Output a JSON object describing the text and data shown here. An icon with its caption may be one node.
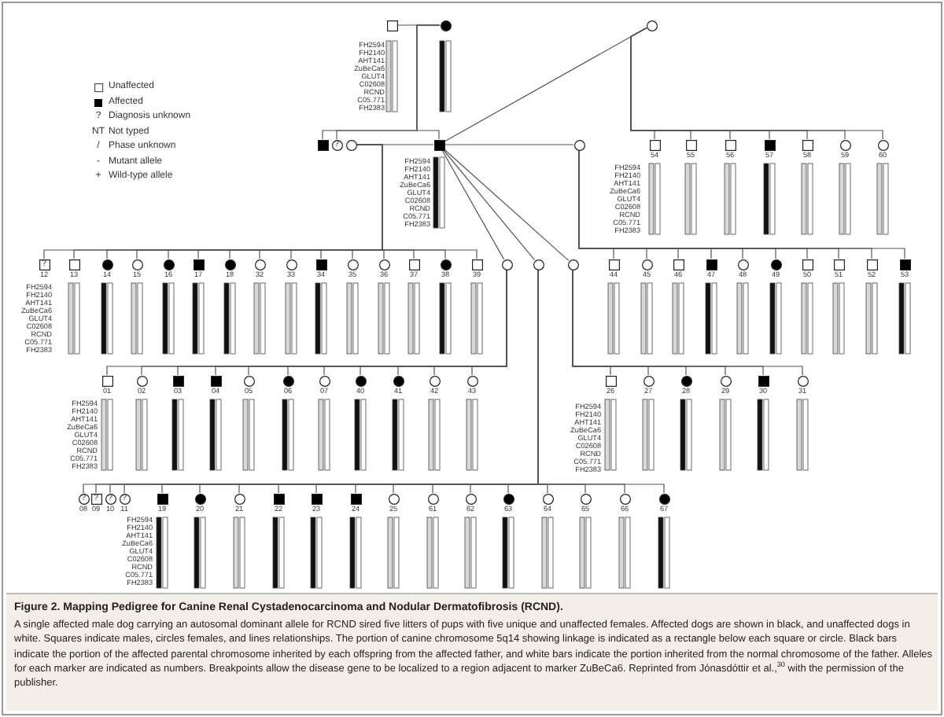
{
  "diagram": {
    "title": "Figure 2. Mapping Pedigree for Canine Renal Cystadenocarcinoma and Nodular Dermatofibrosis (RCND).",
    "caption": "A single affected male dog carrying an autosomal dominant allele for RCND sired five litters of pups with five unique and unaffected females. Affected dogs are shown in black, and unaffected dogs in white. Squares indicate males, circles females, and lines relationships. The portion of canine chromosome 5q14 showing linkage is indicated as a rectangle below each square or circle. Black bars indicate the portion of the affected parental chromosome inherited by each offspring from the affected father, and white bars indicate the portion inherited from the normal chromosome of the father. Alleles for each marker are indicated as numbers. Breakpoints allow the disease gene to be localized to a region adjacent to marker ZuBeCa6. Reprinted from Jónasdóttir et al.,$^{30}$ with the permission of the publisher.",
    "nodes": [
      {
        "text": [],
        "shape": "square",
        "beside": [
          "FH2594 FH2140 AHT141 ZuBeCa6 GLUT4 C02608 RCND C05.771 FH2383"
        ]
      },
      {
        "text": [],
        "shape": "filled-circle"
      },
      {
        "text": [],
        "shape": "circle"
      },
      {
        "text": [],
        "shape": "filled-square"
      },
      {
        "text": [
          "?"
        ]
      },
      {
        "text": [],
        "shape": "circle"
      },
      {
        "text": [],
        "shape": "filled-square",
        "beside": [
          "FH2594 FH2140 AHT141 ZuBeCa6 GLUT4 C02608 RCND C05.771 FH2383"
        ]
      },
      {
        "text": [],
        "shape": "circle"
      },
      {
        "text": [],
        "shape": "square",
        "beside": [
          "54",
          "FH2594 FH2140 AHT141 ZuBeCa6 GLUT4 C02608 RCND C05.771 FH2383"
        ]
      },
      {
        "text": [],
        "shape": "square",
        "beside": [
          "55"
        ]
      },
      {
        "text": [],
        "shape": "square",
        "beside": [
          "56"
        ]
      },
      {
        "text": [],
        "shape": "filled-square",
        "beside": [
          "57"
        ]
      },
      {
        "text": [],
        "shape": "square",
        "beside": [
          "58"
        ]
      },
      {
        "text": [],
        "shape": "circle",
        "beside": [
          "59"
        ]
      },
      {
        "text": [],
        "shape": "circle",
        "beside": [
          "60"
        ]
      },
      {
        "text": [
          "?"
        ],
        "beside": [
          "12"
        ]
      },
      {
        "text": [],
        "shape": "square",
        "beside": [
          "13",
          "FH2594 FH2140 AHT141 ZuBeCa6 GLUT4 C02608 RCND C05.771 FH2383"
        ]
      },
      {
        "text": [],
        "shape": "filled-circle",
        "beside": [
          "14"
        ]
      },
      {
        "text": [],
        "shape": "circle",
        "beside": [
          "15"
        ]
      },
      {
        "text": [],
        "shape": "filled-circle",
        "beside": [
          "16"
        ]
      },
      {
        "text": [],
        "shape": "filled-square",
        "beside": [
          "17"
        ]
      },
      {
        "text": [],
        "shape": "filled-circle",
        "beside": [
          "18"
        ]
      },
      {
        "text": [],
        "shape": "circle",
        "beside": [
          "32"
        ]
      },
      {
        "text": [],
        "shape": "circle",
        "beside": [
          "33"
        ]
      },
      {
        "text": [],
        "shape": "filled-square",
        "beside": [
          "34"
        ]
      },
      {
        "text": [],
        "shape": "circle",
        "beside": [
          "35"
        ]
      },
      {
        "text": [],
        "shape": "circle",
        "beside": [
          "36"
        ]
      },
      {
        "text": [],
        "shape": "square",
        "beside": [
          "37"
        ]
      },
      {
        "text": [],
        "shape": "filled-circle",
        "beside": [
          "38"
        ]
      },
      {
        "text": [],
        "shape": "square",
        "beside": [
          "39"
        ]
      },
      {
        "text": [],
        "shape": "circle"
      },
      {
        "text": [],
        "shape": "circle"
      },
      {
        "text": [],
        "shape": "circle"
      },
      {
        "text": [],
        "shape": "square",
        "beside": [
          "44"
        ]
      },
      {
        "text": [],
        "shape": "circle",
        "beside": [
          "45"
        ]
      },
      {
        "text": [],
        "shape": "square",
        "beside": [
          "46"
        ]
      },
      {
        "text": [],
        "shape": "filled-square",
        "beside": [
          "47"
        ]
      },
      {
        "text": [],
        "shape": "circle",
        "beside": [
          "48"
        ]
      },
      {
        "text": [],
        "shape": "filled-circle",
        "beside": [
          "49"
        ]
      },
      {
        "text": [],
        "shape": "square",
        "beside": [
          "50"
        ]
      },
      {
        "text": [],
        "shape": "square",
        "beside": [
          "51"
        ]
      },
      {
        "text": [],
        "shape": "square",
        "beside": [
          "52"
        ]
      },
      {
        "text": [],
        "shape": "filled-square",
        "beside": [
          "53"
        ]
      },
      {
        "text": [],
        "shape": "square",
        "beside": [
          "01",
          "FH2594 FH2140 AHT141 ZuBeCa6 GLUT4 C02608 RCND C05.771 FH2383"
        ]
      },
      {
        "text": [],
        "shape": "circle",
        "beside": [
          "02"
        ]
      },
      {
        "text": [],
        "shape": "filled-square",
        "beside": [
          "03"
        ]
      },
      {
        "text": [],
        "shape": "filled-square",
        "beside": [
          "04"
        ]
      },
      {
        "text": [],
        "shape": "circle",
        "beside": [
          "05"
        ]
      },
      {
        "text": [],
        "shape": "filled-circle",
        "beside": [
          "06"
        ]
      },
      {
        "text": [],
        "shape": "circle",
        "beside": [
          "07"
        ]
      },
      {
        "text": [],
        "shape": "filled-circle",
        "beside": [
          "40"
        ]
      },
      {
        "text": [],
        "shape": "filled-circle",
        "beside": [
          "41"
        ]
      },
      {
        "text": [],
        "shape": "circle",
        "beside": [
          "42"
        ]
      },
      {
        "text": [],
        "shape": "circle",
        "beside": [
          "43"
        ]
      },
      {
        "text": [],
        "shape": "square",
        "beside": [
          "26",
          "FH2594 FH2140 AHT141 ZuBeCa6 GLUT4 C02608 RCND C05.771 FH2383"
        ]
      },
      {
        "text": [],
        "shape": "circle",
        "beside": [
          "27"
        ]
      },
      {
        "text": [],
        "shape": "filled-circle",
        "beside": [
          "28"
        ]
      },
      {
        "text": [],
        "shape": "circle",
        "beside": [
          "29"
        ]
      },
      {
        "text": [],
        "shape": "filled-square",
        "beside": [
          "30"
        ]
      },
      {
        "text": [],
        "shape": "circle",
        "beside": [
          "31"
        ]
      },
      {
        "text": [
          "?"
        ],
        "beside": [
          "08"
        ]
      },
      {
        "text": [
          "?"
        ],
        "beside": [
          "09"
        ]
      },
      {
        "text": [
          "?"
        ],
        "beside": [
          "10"
        ]
      },
      {
        "text": [
          "?"
        ],
        "beside": [
          "11"
        ]
      },
      {
        "text": [],
        "shape": "filled-square",
        "beside": [
          "19",
          "FH2594 FH2140 AHT141 ZuBeCa6 GLUT4 C02608 RCND C05.771 FH2383"
        ]
      },
      {
        "text": [],
        "shape": "filled-circle",
        "beside": [
          "20"
        ]
      },
      {
        "text": [],
        "shape": "circle",
        "beside": [
          "21"
        ]
      },
      {
        "text": [],
        "shape": "filled-square",
        "beside": [
          "22"
        ]
      },
      {
        "text": [],
        "shape": "filled-square",
        "beside": [
          "23"
        ]
      },
      {
        "text": [],
        "shape": "filled-square",
        "beside": [
          "24"
        ]
      },
      {
        "text": [],
        "shape": "circle",
        "beside": [
          "25"
        ]
      },
      {
        "text": [],
        "shape": "circle",
        "beside": [
          "61"
        ]
      },
      {
        "text": [],
        "shape": "circle",
        "beside": [
          "62"
        ]
      },
      {
        "text": [],
        "shape": "filled-circle",
        "beside": [
          "63"
        ]
      },
      {
        "text": [],
        "shape": "circle",
        "beside": [
          "64"
        ]
      },
      {
        "text": [],
        "shape": "circle",
        "beside": [
          "65"
        ]
      },
      {
        "text": [],
        "shape": "circle",
        "beside": [
          "66"
        ]
      },
      {
        "text": [],
        "shape": "filled-circle",
        "beside": [
          "67"
        ]
      }
    ],
    "edges": [
      {
        "from": 0,
        "to": 1,
        "arrow": "none"
      },
      {
        "from": 1,
        "to": 3,
        "arrow": "none"
      },
      {
        "from": 1,
        "to": 4,
        "arrow": "none"
      },
      {
        "from": 1,
        "to": 6,
        "arrow": "none"
      },
      {
        "from": 5,
        "to": 6,
        "arrow": "none"
      },
      {
        "from": 5,
        "to": 15,
        "arrow": "none"
      },
      {
        "from": 5,
        "to": 16,
        "arrow": "none"
      },
      {
        "from": 5,
        "to": 17,
        "arrow": "none"
      },
      {
        "from": 5,
        "to": 18,
        "arrow": "none"
      },
      {
        "from": 5,
        "to": 19,
        "arrow": "none"
      },
      {
        "from": 5,
        "to": 20,
        "arrow": "none"
      },
      {
        "from": 5,
        "to": 21,
        "arrow": "none"
      },
      {
        "from": 5,
        "to": 22,
        "arrow": "none"
      },
      {
        "from": 5,
        "to": 23,
        "arrow": "none"
      },
      {
        "from": 5,
        "to": 24,
        "arrow": "none"
      },
      {
        "from": 5,
        "to": 25,
        "arrow": "none"
      },
      {
        "from": 5,
        "to": 26,
        "arrow": "none"
      },
      {
        "from": 5,
        "to": 27,
        "arrow": "none"
      },
      {
        "from": 5,
        "to": 28,
        "arrow": "none"
      },
      {
        "from": 5,
        "to": 29,
        "arrow": "none"
      },
      {
        "from": 6,
        "to": 2,
        "arrow": "none"
      },
      {
        "from": 2,
        "to": 8,
        "arrow": "none"
      },
      {
        "from": 2,
        "to": 9,
        "arrow": "none"
      },
      {
        "from": 2,
        "to": 10,
        "arrow": "none"
      },
      {
        "from": 2,
        "to": 11,
        "arrow": "none"
      },
      {
        "from": 2,
        "to": 12,
        "arrow": "none"
      },
      {
        "from": 2,
        "to": 13,
        "arrow": "none"
      },
      {
        "from": 2,
        "to": 14,
        "arrow": "none"
      },
      {
        "from": 6,
        "to": 7,
        "arrow": "none"
      },
      {
        "from": 7,
        "to": 33,
        "arrow": "none"
      },
      {
        "from": 7,
        "to": 34,
        "arrow": "none"
      },
      {
        "from": 7,
        "to": 35,
        "arrow": "none"
      },
      {
        "from": 7,
        "to": 36,
        "arrow": "none"
      },
      {
        "from": 7,
        "to": 37,
        "arrow": "none"
      },
      {
        "from": 7,
        "to": 38,
        "arrow": "none"
      },
      {
        "from": 7,
        "to": 39,
        "arrow": "none"
      },
      {
        "from": 7,
        "to": 40,
        "arrow": "none"
      },
      {
        "from": 7,
        "to": 41,
        "arrow": "none"
      },
      {
        "from": 7,
        "to": 42,
        "arrow": "none"
      },
      {
        "from": 6,
        "to": 30,
        "arrow": "none"
      },
      {
        "from": 6,
        "to": 31,
        "arrow": "none"
      },
      {
        "from": 6,
        "to": 32,
        "arrow": "none"
      },
      {
        "from": 30,
        "to": 43,
        "arrow": "none"
      },
      {
        "from": 30,
        "to": 44,
        "arrow": "none"
      },
      {
        "from": 30,
        "to": 45,
        "arrow": "none"
      },
      {
        "from": 30,
        "to": 46,
        "arrow": "none"
      },
      {
        "from": 30,
        "to": 47,
        "arrow": "none"
      },
      {
        "from": 30,
        "to": 48,
        "arrow": "none"
      },
      {
        "from": 30,
        "to": 49,
        "arrow": "none"
      },
      {
        "from": 30,
        "to": 50,
        "arrow": "none"
      },
      {
        "from": 30,
        "to": 51,
        "arrow": "none"
      },
      {
        "from": 30,
        "to": 52,
        "arrow": "none"
      },
      {
        "from": 30,
        "to": 53,
        "arrow": "none"
      },
      {
        "from": 32,
        "to": 54,
        "arrow": "none"
      },
      {
        "from": 32,
        "to": 55,
        "arrow": "none"
      },
      {
        "from": 32,
        "to": 56,
        "arrow": "none"
      },
      {
        "from": 32,
        "to": 57,
        "arrow": "none"
      },
      {
        "from": 32,
        "to": 58,
        "arrow": "none"
      },
      {
        "from": 32,
        "to": 59,
        "arrow": "none"
      },
      {
        "from": 31,
        "to": 60,
        "arrow": "none"
      },
      {
        "from": 31,
        "to": 61,
        "arrow": "none"
      },
      {
        "from": 31,
        "to": 62,
        "arrow": "none"
      },
      {
        "from": 31,
        "to": 63,
        "arrow": "none"
      },
      {
        "from": 31,
        "to": 64,
        "arrow": "none"
      },
      {
        "from": 31,
        "to": 65,
        "arrow": "none"
      },
      {
        "from": 31,
        "to": 66,
        "arrow": "none"
      },
      {
        "from": 31,
        "to": 67,
        "arrow": "none"
      },
      {
        "from": 31,
        "to": 68,
        "arrow": "none"
      },
      {
        "from": 31,
        "to": 69,
        "arrow": "none"
      },
      {
        "from": 31,
        "to": 70,
        "arrow": "none"
      },
      {
        "from": 31,
        "to": 71,
        "arrow": "none"
      },
      {
        "from": 31,
        "to": 72,
        "arrow": "none"
      },
      {
        "from": 31,
        "to": 73,
        "arrow": "none"
      },
      {
        "from": 31,
        "to": 74,
        "arrow": "none"
      },
      {
        "from": 31,
        "to": 75,
        "arrow": "none"
      },
      {
        "from": 31,
        "to": 76,
        "arrow": "none"
      },
      {
        "from": 31,
        "to": 77,
        "arrow": "none"
      }
    ],
    "labels": [
      "?",
      "NT",
      "/",
      "-",
      "+"
    ],
    "legend": [
      {
        "text": "Unaffected"
      },
      {
        "text": "Affected",
        "color": "#000000"
      },
      {
        "text": "Diagnosis unknown"
      },
      {
        "text": "Not typed"
      },
      {
        "text": "Phase unknown"
      },
      {
        "text": "Mutant allele"
      },
      {
        "text": "Wild-type allele"
      }
    ]
  }
}
